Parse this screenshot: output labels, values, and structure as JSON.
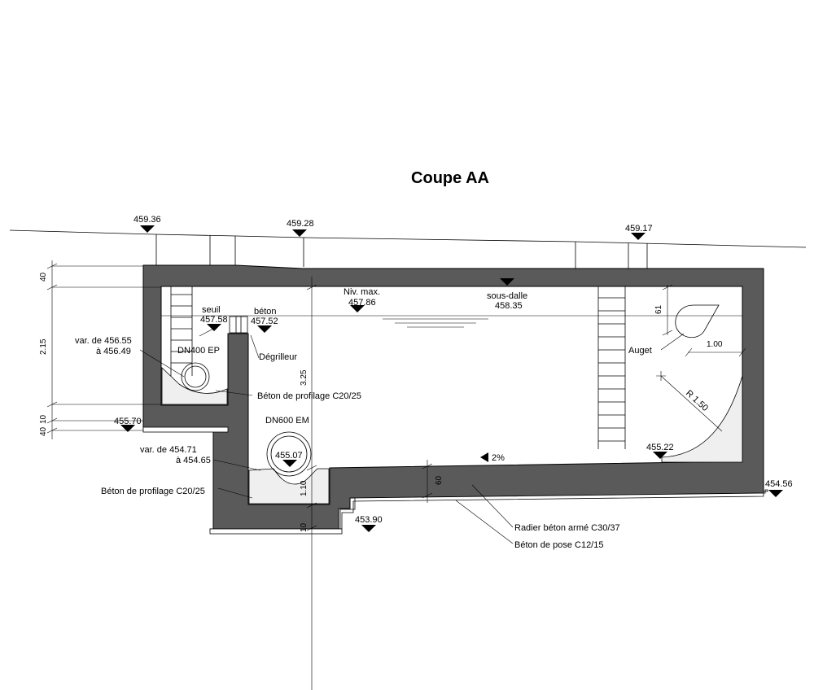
{
  "title": "Coupe AA",
  "elevations": {
    "ground_left": "459.36",
    "ground_mid": "459.28",
    "ground_right": "459.17",
    "max_level": "457.86",
    "sous_dalle": "458.35",
    "seuil": "457.58",
    "beton_top": "457.52",
    "ext_left": "455.70",
    "pipe_invert": "455.07",
    "auget_floor": "455.22",
    "ext_right": "454.56",
    "lean_bottom": "453.90"
  },
  "labels": {
    "niv_max": "Niv. max.",
    "sous_dalle": "sous-dalle",
    "seuil": "seuil",
    "beton": "béton",
    "degrilleur": "Dégrilleur",
    "dn400": "DN400 EP",
    "dn600": "DN600 EM",
    "auget": "Auget",
    "var1_line1": "var. de 456.55",
    "var1_line2": "à 456.49",
    "var2_line1": "var. de 454.71",
    "var2_line2": "à 454.65",
    "profilage_upper": "Béton de profilage C20/25",
    "profilage_lower": "Béton de profilage C20/25",
    "radier": "Radier béton armé C30/37",
    "pose": "Béton de pose C12/15",
    "slope": "2%",
    "radius": "R 1.50"
  },
  "dimensions": {
    "d40": "40",
    "d215": "2.15",
    "d10": "10",
    "d40b": "40",
    "d325": "3.25",
    "d110": "1.10",
    "d10b": "10",
    "d60": "60",
    "d61": "61",
    "d100": "1.00"
  }
}
